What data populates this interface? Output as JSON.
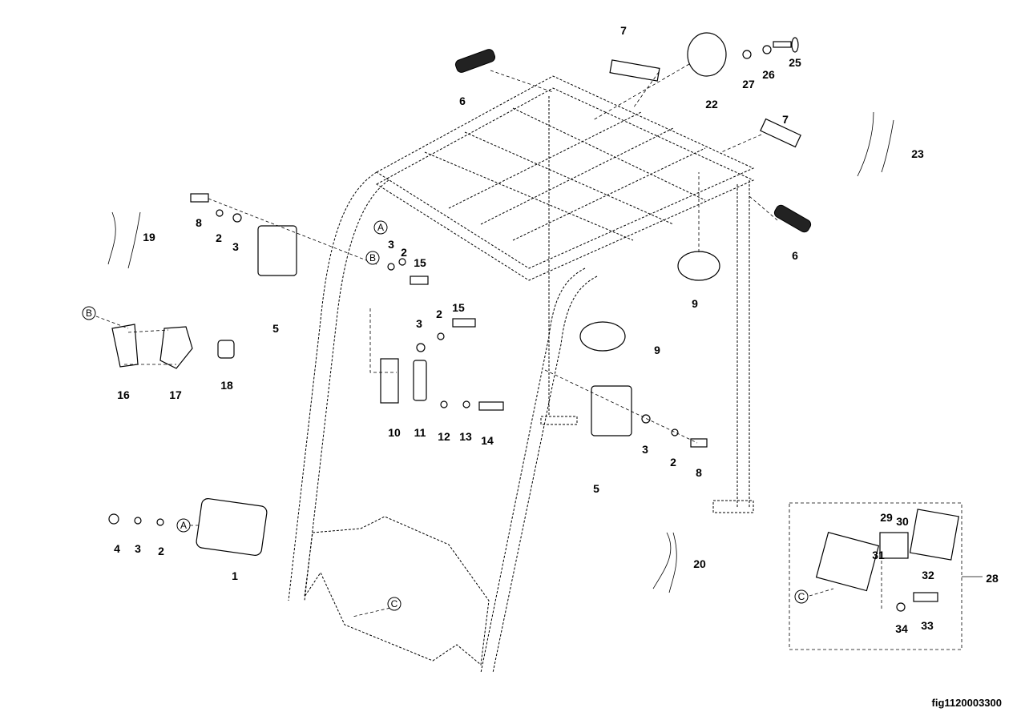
{
  "figure_id": "fig1120003300",
  "labels": {
    "p6a": "6",
    "p7a": "7",
    "p22": "22",
    "p27": "27",
    "p26": "26",
    "p25": "25",
    "p7b": "7",
    "p23": "23",
    "p6b": "6",
    "p19": "19",
    "p8a": "8",
    "p2a": "2",
    "p3a": "3",
    "p3b": "3",
    "p2b": "2",
    "p15a": "15",
    "p5a": "5",
    "p9a": "9",
    "p9b": "9",
    "p3c": "3",
    "p2c": "2",
    "p15b": "15",
    "p16": "16",
    "p17": "17",
    "p18": "18",
    "p10": "10",
    "p11": "11",
    "p12": "12",
    "p13": "13",
    "p14": "14",
    "p3d": "3",
    "p2d": "2",
    "p8b": "8",
    "p5b": "5",
    "p29": "29",
    "p30": "30",
    "p31": "31",
    "p32": "32",
    "p28": "28",
    "p34": "34",
    "p33": "33",
    "p20": "20",
    "p4": "4",
    "p3e": "3",
    "p2e": "2",
    "p1": "1"
  },
  "refs": {
    "a1": "A",
    "b1": "B",
    "b2": "B",
    "a2": "A",
    "c1": "C",
    "c2": "C"
  }
}
